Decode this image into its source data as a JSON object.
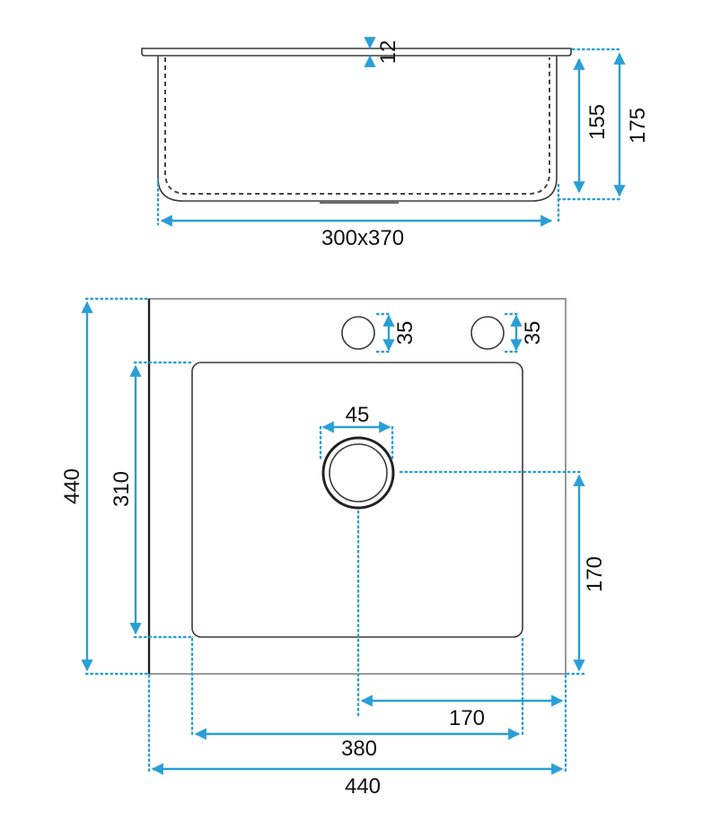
{
  "colors": {
    "dimension_accent": "#2a9fd6",
    "outline": "#3a3a3a",
    "background": "#ffffff"
  },
  "side_view": {
    "rim_thickness": "12",
    "bowl_depth": "155",
    "total_depth": "175",
    "bowl_size": "300x370"
  },
  "top_view": {
    "faucet_hole_left_diameter": "35",
    "faucet_hole_right_diameter": "35",
    "drain_diameter": "45",
    "total_height": "440",
    "bowl_height": "310",
    "drain_center_from_bottom": "170",
    "drain_center_from_right": "170",
    "bowl_width": "380",
    "total_width": "440"
  }
}
